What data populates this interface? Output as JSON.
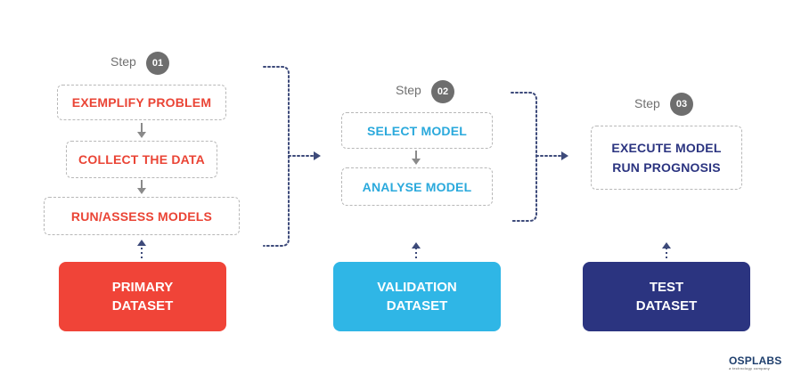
{
  "steps": [
    {
      "label": "Step",
      "number": "01",
      "tasks": [
        "EXEMPLIFY PROBLEM",
        "COLLECT THE DATA",
        "RUN/ASSESS MODELS"
      ],
      "dataset": {
        "line1": "PRIMARY",
        "line2": "DATASET",
        "color": "#f04438"
      }
    },
    {
      "label": "Step",
      "number": "02",
      "tasks": [
        "SELECT MODEL",
        "ANALYSE MODEL"
      ],
      "dataset": {
        "line1": "VALIDATION",
        "line2": "DATASET",
        "color": "#2fb6e6"
      }
    },
    {
      "label": "Step",
      "number": "03",
      "tasks": [
        "EXECUTE MODEL",
        "RUN PROGNOSIS"
      ],
      "dataset": {
        "line1": "TEST",
        "line2": "DATASET",
        "color": "#2b3480"
      }
    }
  ],
  "logo": {
    "name": "OSPLABS",
    "tagline": "a technology company"
  },
  "colors": {
    "red": "#ea4435",
    "blue": "#2aa9dc",
    "navy": "#2b3480",
    "connector": "#3d4a7a",
    "arrow_gray": "#8a8a8a"
  }
}
